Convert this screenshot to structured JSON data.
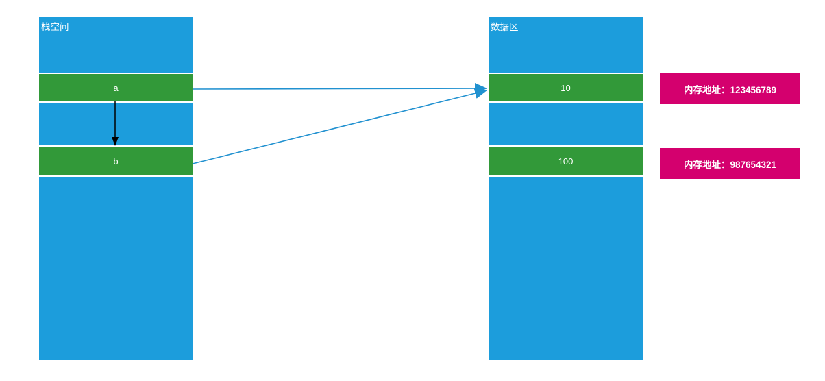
{
  "colors": {
    "block_blue": "#1C9DDC",
    "block_green": "#329939",
    "badge_magenta": "#D4006E",
    "arrow_blue": "#2191D0",
    "arrow_black": "#000000"
  },
  "stack_column": {
    "title": "栈空间",
    "cells": [
      {
        "label": "a"
      },
      {
        "label": "b"
      }
    ]
  },
  "data_column": {
    "title": "数据区",
    "cells": [
      {
        "label": "10"
      },
      {
        "label": "100"
      }
    ]
  },
  "address_badges": [
    {
      "label": "内存地址：123456789"
    },
    {
      "label": "内存地址：987654321"
    }
  ]
}
